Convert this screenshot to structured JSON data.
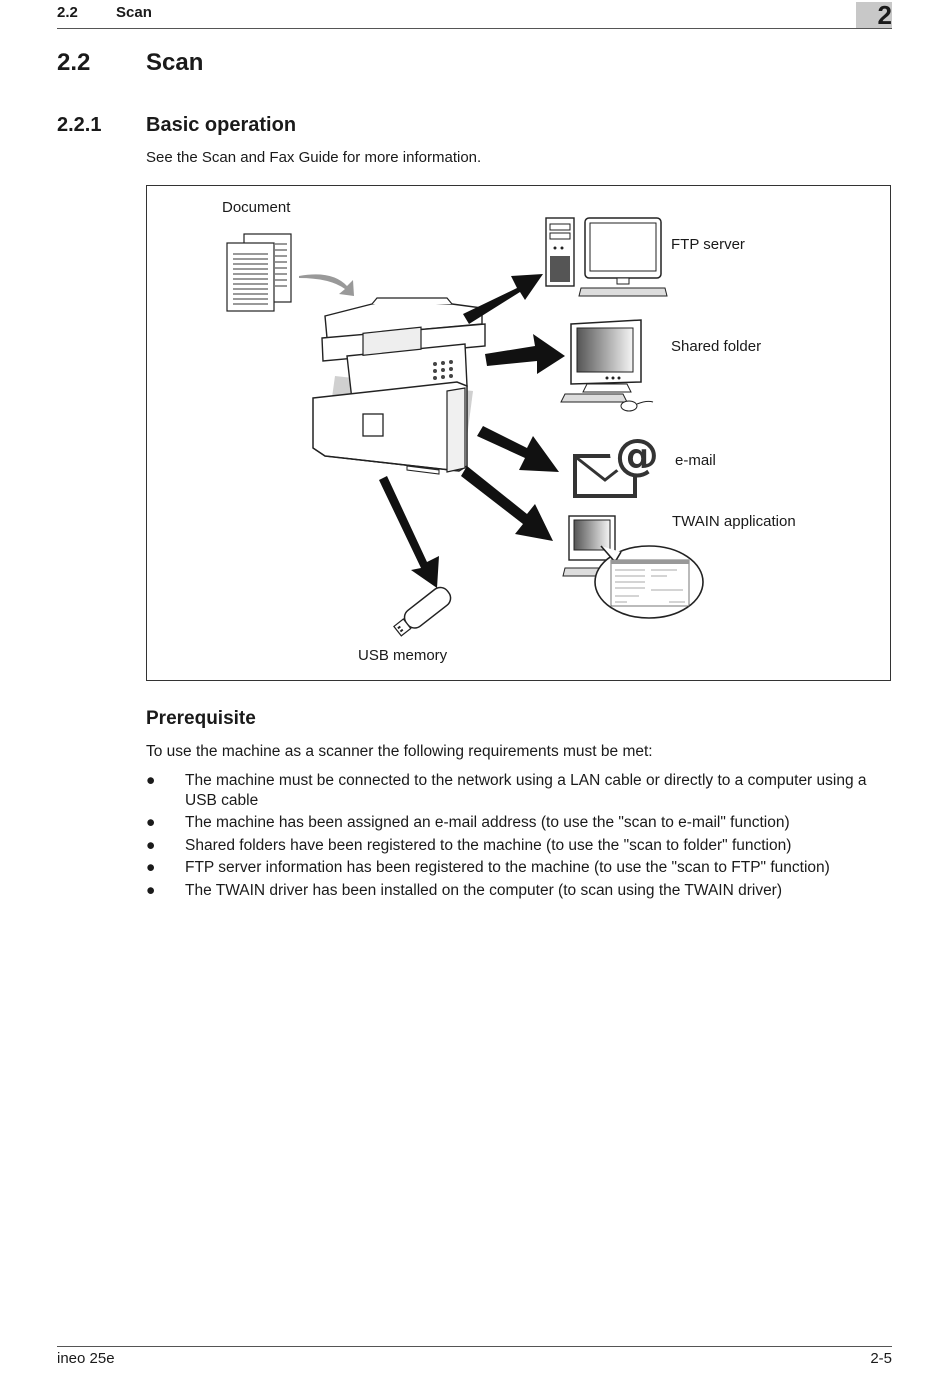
{
  "header": {
    "section_number": "2.2",
    "section_title": "Scan",
    "chapter_number": "2"
  },
  "heading1": {
    "number": "2.2",
    "title": "Scan"
  },
  "heading2": {
    "number": "2.2.1",
    "title": "Basic operation"
  },
  "intro_text": "See the Scan and Fax Guide for more information.",
  "figure": {
    "labels": {
      "document": "Document",
      "ftp_server": "FTP server",
      "shared_folder": "Shared folder",
      "email": "e-mail",
      "twain_application": "TWAIN application",
      "usb_memory": "USB memory"
    }
  },
  "prerequisite": {
    "heading": "Prerequisite",
    "intro": "To use the machine as a scanner the following requirements must be met:",
    "bullet": "●",
    "items": [
      "The machine must be connected to the network using a LAN cable or directly to a computer using a USB cable",
      "The machine has been assigned an e-mail address (to use the \"scan to e-mail\" function)",
      "Shared folders have been registered to the machine (to use the \"scan to folder\" function)",
      "FTP server information has been registered to the machine (to use the \"scan to FTP\" function)",
      "The TWAIN driver has been installed on the computer (to scan using the TWAIN driver)"
    ]
  },
  "footer": {
    "product": "ineo 25e",
    "page": "2-5"
  }
}
